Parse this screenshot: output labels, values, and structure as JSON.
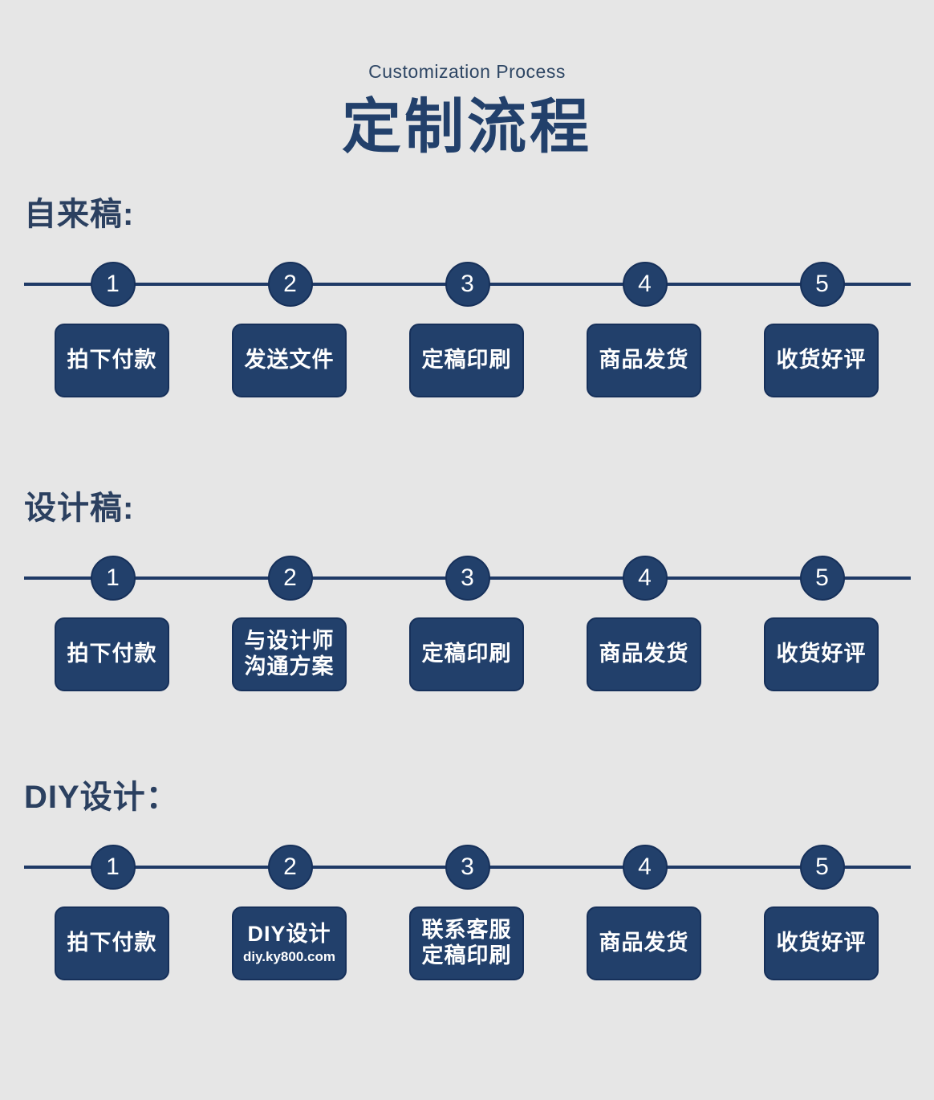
{
  "header": {
    "eyebrow": "Customization Process",
    "title": "定制流程"
  },
  "sections": [
    {
      "name": "self-submitted",
      "title": "自来稿:",
      "steps": [
        {
          "number": "1",
          "line1": "拍下付款",
          "line2": "",
          "url": ""
        },
        {
          "number": "2",
          "line1": "发送文件",
          "line2": "",
          "url": ""
        },
        {
          "number": "3",
          "line1": "定稿印刷",
          "line2": "",
          "url": ""
        },
        {
          "number": "4",
          "line1": "商品发货",
          "line2": "",
          "url": ""
        },
        {
          "number": "5",
          "line1": "收货好评",
          "line2": "",
          "url": ""
        }
      ]
    },
    {
      "name": "design-draft",
      "title": "设计稿:",
      "steps": [
        {
          "number": "1",
          "line1": "拍下付款",
          "line2": "",
          "url": ""
        },
        {
          "number": "2",
          "line1": "与设计师",
          "line2": "沟通方案",
          "url": ""
        },
        {
          "number": "3",
          "line1": "定稿印刷",
          "line2": "",
          "url": ""
        },
        {
          "number": "4",
          "line1": "商品发货",
          "line2": "",
          "url": ""
        },
        {
          "number": "5",
          "line1": "收货好评",
          "line2": "",
          "url": ""
        }
      ]
    },
    {
      "name": "diy-design",
      "title": "DIY设计：",
      "steps": [
        {
          "number": "1",
          "line1": "拍下付款",
          "line2": "",
          "url": ""
        },
        {
          "number": "2",
          "line1": "DIY设计",
          "line2": "",
          "url": "diy.ky800.com"
        },
        {
          "number": "3",
          "line1": "联系客服",
          "line2": "定稿印刷",
          "url": ""
        },
        {
          "number": "4",
          "line1": "商品发货",
          "line2": "",
          "url": ""
        },
        {
          "number": "5",
          "line1": "收货好评",
          "line2": "",
          "url": ""
        }
      ]
    }
  ],
  "colors": {
    "background": "#e6e6e6",
    "navy": "#22406b",
    "navy_dark": "#16305a",
    "title_navy": "#2b4060",
    "white": "#ffffff"
  }
}
